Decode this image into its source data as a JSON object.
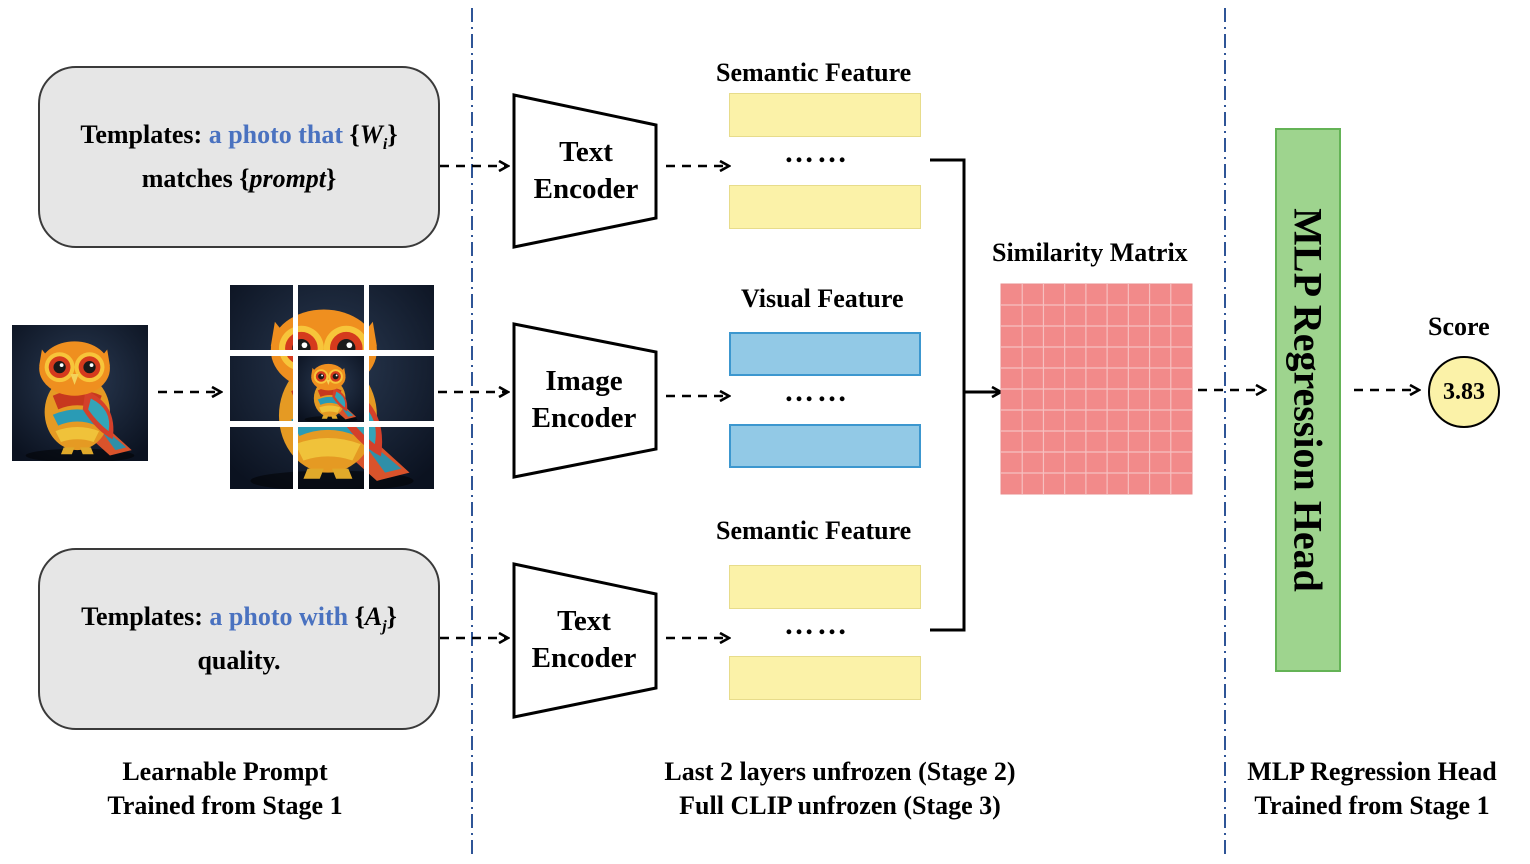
{
  "prompt_text_top": {
    "label": "Templates:",
    "blue": "a photo that",
    "var_open": "{",
    "var_letter": "W",
    "var_sub": "i",
    "var_close": "}",
    "line2_word": "matches",
    "line2_var_open": "{",
    "line2_var": "prompt",
    "line2_var_close": "}"
  },
  "prompt_text_bottom": {
    "label": "Templates:",
    "blue": "a photo with",
    "var_open": "{",
    "var_letter": "A",
    "var_sub": "j",
    "var_close": "}",
    "line2": "quality."
  },
  "encoders": {
    "text_top": [
      "Text",
      "Encoder"
    ],
    "image": [
      "Image",
      "Encoder"
    ],
    "text_bottom": [
      "Text",
      "Encoder"
    ]
  },
  "features": {
    "semantic_top": "Semantic Feature",
    "visual": "Visual Feature",
    "semantic_bottom": "Semantic Feature",
    "dots": "……"
  },
  "similarity_title": "Similarity Matrix",
  "similarity_grid": {
    "rows": 10,
    "cols": 9
  },
  "mlp_label": "MLP Regression Head",
  "score": {
    "title": "Score",
    "value": "3.83"
  },
  "captions": {
    "left": [
      "Learnable Prompt",
      "Trained from Stage 1"
    ],
    "middle": [
      "Last 2 layers unfrozen (Stage 2)",
      "Full CLIP unfrozen (Stage 3)"
    ],
    "right": [
      "MLP Regression Head",
      "Trained from Stage 1"
    ]
  },
  "colors": {
    "prompt_box": "#e6e6e6",
    "blue_text": "#4a72c0",
    "semantic_feature": "#fbf2a8",
    "visual_feature": "#92c9e6",
    "similarity": "#f28a8a",
    "mlp": "#9ed48e",
    "divider": "#2f5597"
  },
  "icons": {
    "input_image": "owl-image-icon",
    "patch_grid": "owl-patch-grid-icon"
  }
}
